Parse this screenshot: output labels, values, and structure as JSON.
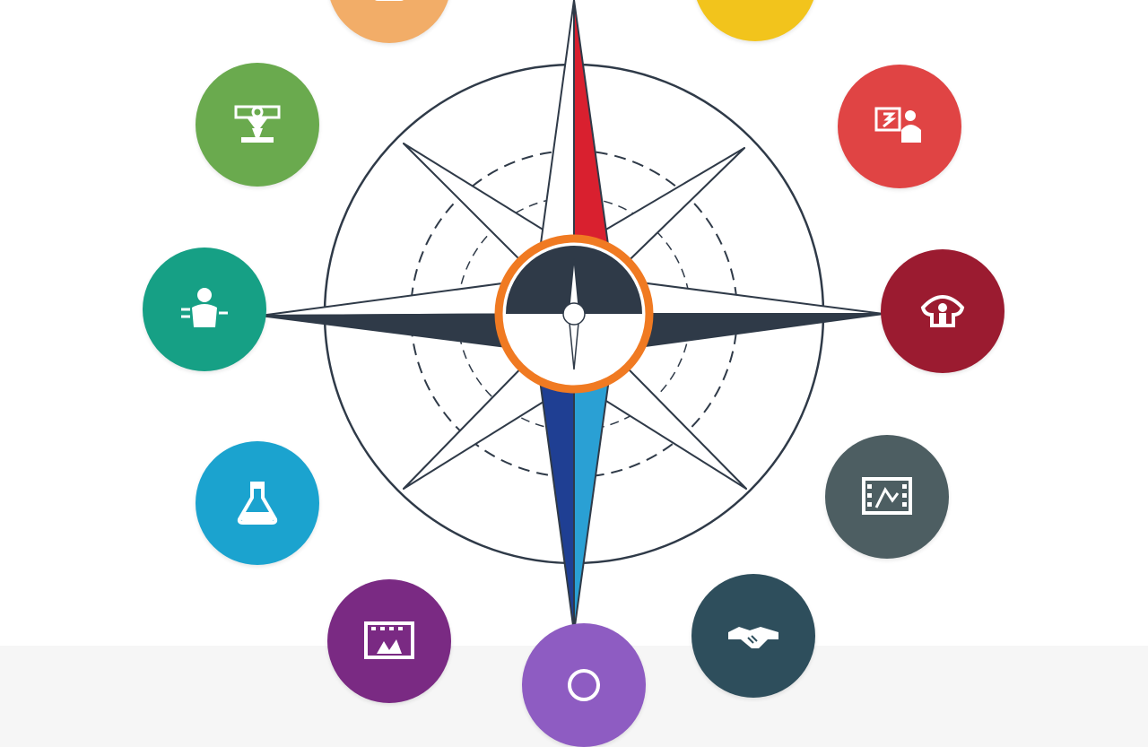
{
  "colors": {
    "ring": "#2f3a48",
    "needle_north_right": "#d9202f",
    "needle_north_left": "#ffffff",
    "needle_south_left": "#1f3f93",
    "needle_south_right": "#2aa0d4",
    "point_dark": "#2f3a48",
    "point_light": "#ffffff",
    "hub_ring": "#f07a22"
  },
  "nodes": [
    {
      "id": "top-left",
      "color": "#f2ad68",
      "icon": "document-icon",
      "label": ""
    },
    {
      "id": "top-right",
      "color": "#f2c41c",
      "icon": "document-icon",
      "label": ""
    },
    {
      "id": "upper-left",
      "color": "#6aaa4e",
      "icon": "machine-icon",
      "label": ""
    },
    {
      "id": "upper-right",
      "color": "#e04444",
      "icon": "figure-icon",
      "label": ""
    },
    {
      "id": "mid-left",
      "color": "#16a085",
      "icon": "person-icon",
      "label": ""
    },
    {
      "id": "mid-right",
      "color": "#9b1b30",
      "icon": "head-icon",
      "label": ""
    },
    {
      "id": "lower-left",
      "color": "#1ba3cf",
      "icon": "flask-icon",
      "label": ""
    },
    {
      "id": "lower-right",
      "color": "#4d5e62",
      "icon": "film-frame-icon",
      "label": ""
    },
    {
      "id": "bottom-left",
      "color": "#7a2a83",
      "icon": "film-strip-icon",
      "label": ""
    },
    {
      "id": "bottom-center",
      "color": "#8e5cc2",
      "icon": "circle-icon",
      "label": ""
    },
    {
      "id": "bottom-right",
      "color": "#2e4e5c",
      "icon": "handshake-icon",
      "label": ""
    }
  ]
}
